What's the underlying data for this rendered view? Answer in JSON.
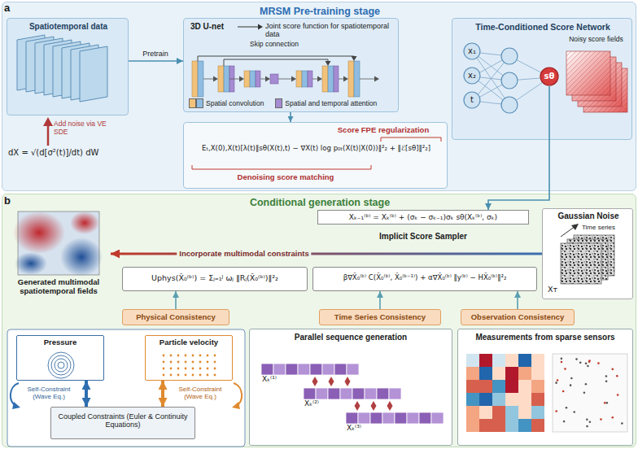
{
  "diagram": {
    "nodes": [
      {
        "text": [
          "MRSM Pre-training stage"
        ]
      },
      {
        "text": [
          "Spatiotemporal data"
        ],
        "in": 0
      },
      {
        "text": [
          "3D U-net",
          "Joint score function for spatiotemporal data",
          "Skip connection"
        ],
        "in": 0
      },
      {
        "text": [
          "Time-Conditioned Score Network"
        ],
        "in": 0
      },
      {
        "text": [
          "x₁"
        ],
        "in": 3
      },
      {
        "text": [
          "x₂"
        ],
        "in": 3
      },
      {
        "text": [
          "t"
        ],
        "in": 3
      },
      {
        "text": [
          "sθ"
        ],
        "in": 3
      },
      {
        "text": [
          "Score FPE regularization",
          "Eₜ,X(0),X(t)[λ(t)‖sθ(X(t),t) − ∇X(t) log p₀ₜ(X(t)|X(0))‖²₂ + ‖ℰ[sθ]‖²₂]",
          "Denoising score matching"
        ],
        "in": 0
      },
      {
        "text": [
          "Conditional generation stage"
        ]
      },
      {
        "text": [
          "Xₖ₋₁⁽ᵇ⁾ = Xₖ⁽ᵇ⁾ + (σₖ − σₖ₋₁)σₖ sθ(Xₖ⁽ᵇ⁾, σₖ)",
          "Implicit Score Sampler"
        ],
        "in": 9
      },
      {
        "text": [
          "Gaussian Noise",
          "Time series",
          "Xᴛ"
        ],
        "in": 9
      },
      {
        "text": [
          "Generated multimodal spatiotemporal fields"
        ],
        "in": 9
      },
      {
        "text": [
          "Uphys(X̂₀⁽ᵇ⁾) = Σⱼ₌₁ᴶ ωⱼ ‖Rⱼ(X̂₀⁽ᵇ⁾)‖²₂"
        ],
        "in": 9
      },
      {
        "text": [
          "β∇X̂₀⁽ᵇ⁾ C(X̂₀⁽ᵇ⁾, X̂₀⁽ᵇ⁻¹⁾) + α∇X̂₀⁽ᵇ⁾ ‖y⁽ᵇ⁾ − HX̂₀⁽ᵇ⁾‖²₂"
        ],
        "in": 9
      },
      {
        "text": [
          "Physical Consistency"
        ],
        "in": 9
      },
      {
        "text": [
          "Time Series Consistency"
        ],
        "in": 9
      },
      {
        "text": [
          "Observation Consistency"
        ],
        "in": 9
      },
      {
        "text": [
          "Pressure"
        ],
        "in": 9
      },
      {
        "text": [
          "Particle velocity"
        ],
        "in": 9
      },
      {
        "text": [
          "Coupled Constraints (Euler & Continuity Equations)"
        ],
        "in": 9
      },
      {
        "text": [
          "Parallel sequence generation"
        ],
        "in": 9
      },
      {
        "text": [
          "Measurements from sparse sensors"
        ],
        "in": 9
      }
    ],
    "edges": [
      {
        "from": 1,
        "to": 2,
        "label": "Pretrain",
        "arrow": "to"
      },
      {
        "from": 2,
        "to": 8,
        "arrow": "to"
      },
      {
        "from": 7,
        "to": 10,
        "arrow": "to"
      },
      {
        "from": 11,
        "to": 12,
        "label": "Incorporate multimodal constraints",
        "arrow": "to"
      },
      {
        "from": 15,
        "to": 13,
        "arrow": "to"
      },
      {
        "from": 16,
        "to": 14,
        "arrow": "to"
      },
      {
        "from": 17,
        "to": 14,
        "arrow": "to"
      },
      {
        "from": 18,
        "to": 20,
        "arrow": "both"
      },
      {
        "from": 19,
        "to": 20,
        "arrow": "both"
      }
    ],
    "labels": [
      "a",
      "Add noise via VE SDE",
      "dX = √(d[σ²(t)]/dt) dW",
      "Noisy score fields",
      "b",
      "Self-Constraint (Wave Eq.)",
      "Self-Constraint (Wave Eq.)",
      "Xₖ⁽¹⁾",
      "Xₖ⁽²⁾",
      "Xₖ⁽³⁾"
    ],
    "legend": [
      {
        "text": "Spatial convolution",
        "color": "#f2c27a"
      },
      {
        "text": "Spatial and temporal attention",
        "color": "#a58bd1"
      }
    ]
  }
}
